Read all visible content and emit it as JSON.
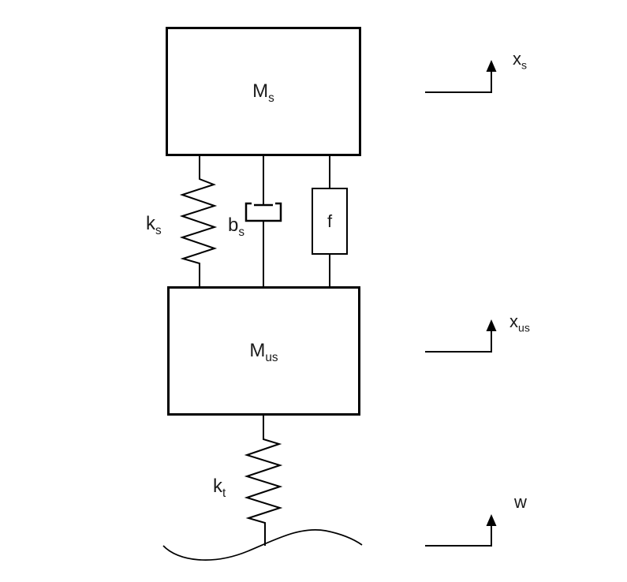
{
  "colors": {
    "line": "#000000",
    "text": "#1a1a1a",
    "background": "#ffffff"
  },
  "masses": {
    "sprung": {
      "base": "M",
      "sub": "s"
    },
    "unsprung": {
      "base": "M",
      "sub": "us"
    }
  },
  "components": {
    "suspension_spring": {
      "base": "k",
      "sub": "s"
    },
    "suspension_damper": {
      "base": "b",
      "sub": "s"
    },
    "actuator_force": {
      "base": "f",
      "sub": ""
    },
    "tire_spring": {
      "base": "k",
      "sub": "t"
    }
  },
  "references": {
    "sprung_displacement": {
      "base": "x",
      "sub": "s"
    },
    "unsprung_displacement": {
      "base": "x",
      "sub": "us"
    },
    "road_input": {
      "base": "w",
      "sub": ""
    }
  }
}
